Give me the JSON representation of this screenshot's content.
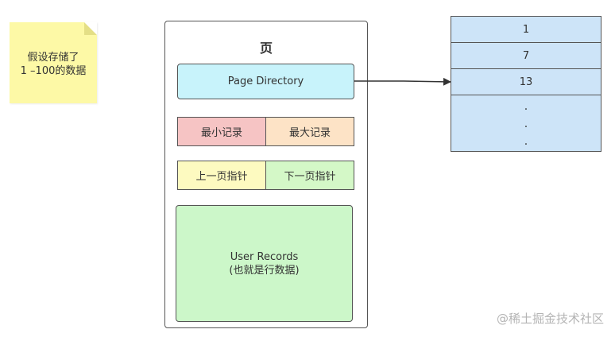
{
  "note": {
    "text": "假设存储了\n1 –100的数据"
  },
  "page": {
    "title": "页",
    "page_directory": "Page Directory",
    "infimum": "最小记录",
    "supremum": "最大记录",
    "prev_page": "上一页指针",
    "next_page": "下一页指针",
    "user_records_line1": "User Records",
    "user_records_line2": "(也就是行数据)"
  },
  "directory": {
    "slots": [
      "1",
      "7",
      "13"
    ],
    "ellipsis": [
      ".",
      ".",
      "."
    ]
  },
  "watermark": "@稀土掘金技术社区",
  "colors": {
    "note_bg": "#fdf9a6",
    "page_directory_bg": "#c8f3fb",
    "infimum_bg": "#f6c4c4",
    "supremum_bg": "#fde3c6",
    "prev_page_bg": "#fdfac0",
    "next_page_bg": "#d4f8c7",
    "user_records_bg": "#ccf7c9",
    "directory_bg": "#cde4f8"
  }
}
